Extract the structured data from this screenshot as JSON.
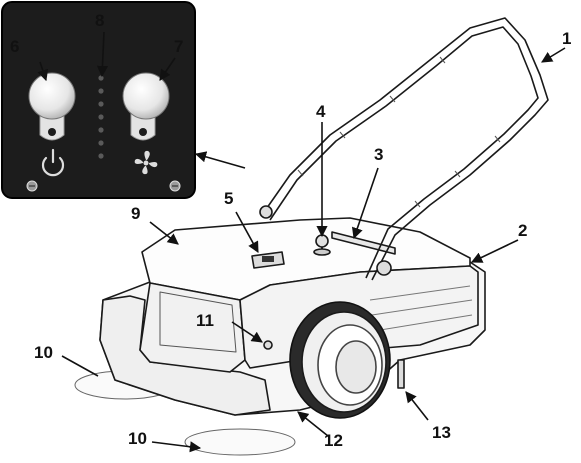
{
  "callouts": {
    "c1": "1",
    "c2": "2",
    "c3": "3",
    "c4": "4",
    "c5": "5",
    "c6": "6",
    "c7": "7",
    "c8": "8",
    "c9": "9",
    "c10a": "10",
    "c10b": "10",
    "c11": "11",
    "c12": "12",
    "c13": "13"
  },
  "colors": {
    "panel": "#1c1c1c",
    "knob": "#e9e9e9",
    "line": "#1a1a1a",
    "body_fill": "#f7f7f7"
  },
  "icons": {
    "left_switch": "power-icon",
    "right_switch": "fan-icon"
  }
}
